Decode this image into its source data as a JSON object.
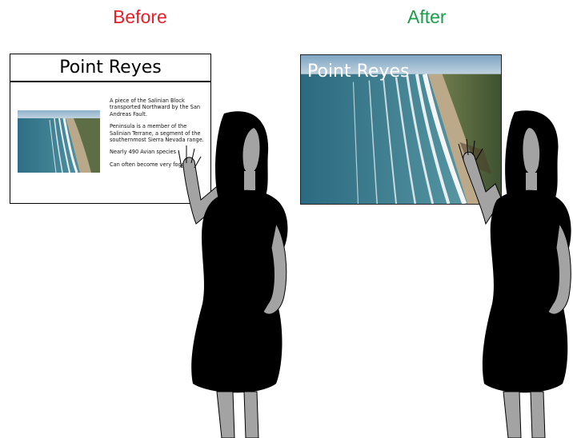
{
  "headings": {
    "before": "Before",
    "after": "After"
  },
  "colors": {
    "before_heading": "#e8202a",
    "after_heading": "#1a9e4a",
    "silhouette": "#000000",
    "skin": "#a3a3a3"
  },
  "before_slide": {
    "title": "Point Reyes",
    "bullets": [
      "A piece of the Salinian Block transported Northward by the San Andreas Fault.",
      "Peninsula is a member of the Salinian Terrane, a segment of the southernmost Sierra Nevada range.",
      "Nearly 490 Avian species",
      "Can often become very foggy"
    ]
  },
  "after_slide": {
    "title": "Point Reyes"
  }
}
